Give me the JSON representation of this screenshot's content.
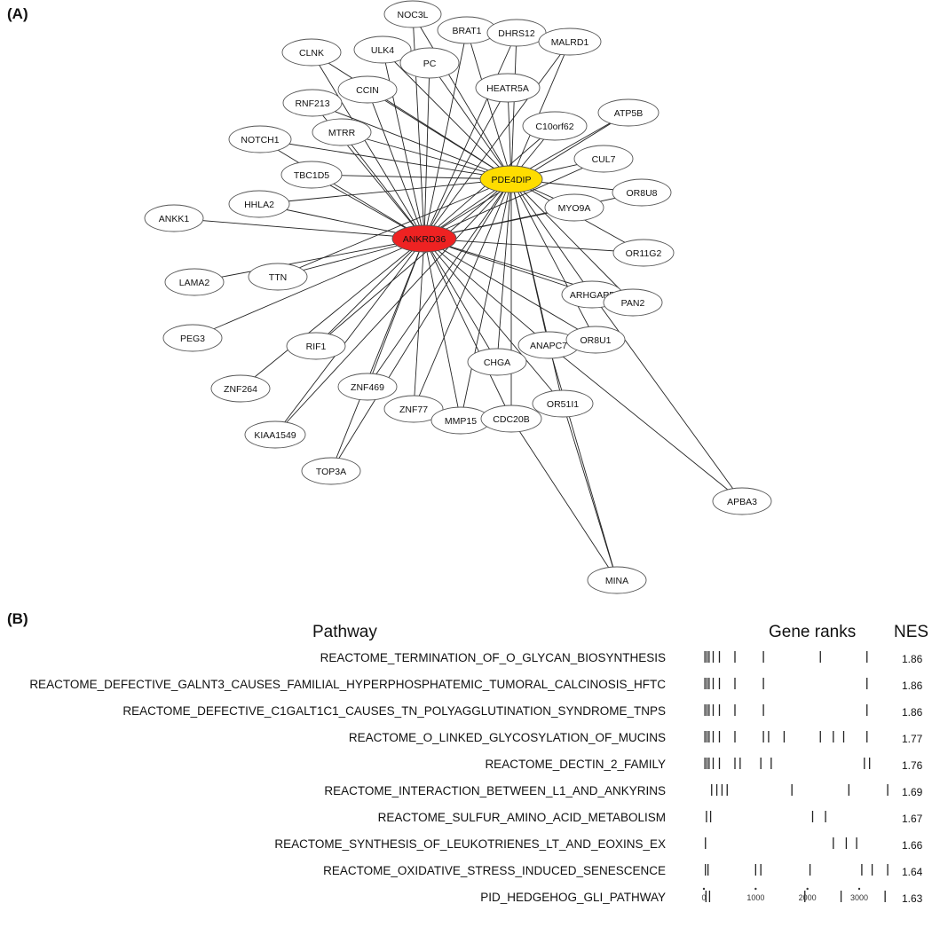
{
  "panel_a_label": "(A)",
  "panel_b_label": "(B)",
  "network": {
    "nodes": [
      {
        "id": "NOC3L",
        "fill": "#ffffff"
      },
      {
        "id": "BRAT1",
        "fill": "#ffffff"
      },
      {
        "id": "DHRS12",
        "fill": "#ffffff"
      },
      {
        "id": "MALRD1",
        "fill": "#ffffff"
      },
      {
        "id": "CLNK",
        "fill": "#ffffff"
      },
      {
        "id": "ULK4",
        "fill": "#ffffff"
      },
      {
        "id": "PC",
        "fill": "#ffffff"
      },
      {
        "id": "HEATR5A",
        "fill": "#ffffff"
      },
      {
        "id": "CCIN",
        "fill": "#ffffff"
      },
      {
        "id": "RNF213",
        "fill": "#ffffff"
      },
      {
        "id": "ATP5B",
        "fill": "#ffffff"
      },
      {
        "id": "C10orf62",
        "fill": "#ffffff"
      },
      {
        "id": "MTRR",
        "fill": "#ffffff"
      },
      {
        "id": "NOTCH1",
        "fill": "#ffffff"
      },
      {
        "id": "CUL7",
        "fill": "#ffffff"
      },
      {
        "id": "TBC1D5",
        "fill": "#ffffff"
      },
      {
        "id": "PDE4DIP",
        "fill": "#ffdd00"
      },
      {
        "id": "OR8U8",
        "fill": "#ffffff"
      },
      {
        "id": "MYO9A",
        "fill": "#ffffff"
      },
      {
        "id": "HHLA2",
        "fill": "#ffffff"
      },
      {
        "id": "ANKK1",
        "fill": "#ffffff"
      },
      {
        "id": "ANKRD36",
        "fill": "#ee2222"
      },
      {
        "id": "OR11G2",
        "fill": "#ffffff"
      },
      {
        "id": "LAMA2",
        "fill": "#ffffff"
      },
      {
        "id": "TTN",
        "fill": "#ffffff"
      },
      {
        "id": "ARHGAP5",
        "fill": "#ffffff"
      },
      {
        "id": "PAN2",
        "fill": "#ffffff"
      },
      {
        "id": "PEG3",
        "fill": "#ffffff"
      },
      {
        "id": "RIF1",
        "fill": "#ffffff"
      },
      {
        "id": "ANAPC7",
        "fill": "#ffffff"
      },
      {
        "id": "OR8U1",
        "fill": "#ffffff"
      },
      {
        "id": "CHGA",
        "fill": "#ffffff"
      },
      {
        "id": "ZNF264",
        "fill": "#ffffff"
      },
      {
        "id": "ZNF469",
        "fill": "#ffffff"
      },
      {
        "id": "OR51I1",
        "fill": "#ffffff"
      },
      {
        "id": "ZNF77",
        "fill": "#ffffff"
      },
      {
        "id": "MMP15",
        "fill": "#ffffff"
      },
      {
        "id": "CDC20B",
        "fill": "#ffffff"
      },
      {
        "id": "KIAA1549",
        "fill": "#ffffff"
      },
      {
        "id": "TOP3A",
        "fill": "#ffffff"
      },
      {
        "id": "APBA3",
        "fill": "#ffffff"
      },
      {
        "id": "MINA",
        "fill": "#ffffff"
      }
    ],
    "edges": [
      [
        "ANKRD36",
        "NOC3L"
      ],
      [
        "ANKRD36",
        "BRAT1"
      ],
      [
        "ANKRD36",
        "DHRS12"
      ],
      [
        "ANKRD36",
        "MALRD1"
      ],
      [
        "ANKRD36",
        "CLNK"
      ],
      [
        "ANKRD36",
        "ULK4"
      ],
      [
        "ANKRD36",
        "PC"
      ],
      [
        "ANKRD36",
        "HEATR5A"
      ],
      [
        "ANKRD36",
        "CCIN"
      ],
      [
        "ANKRD36",
        "RNF213"
      ],
      [
        "ANKRD36",
        "ATP5B"
      ],
      [
        "ANKRD36",
        "C10orf62"
      ],
      [
        "ANKRD36",
        "MTRR"
      ],
      [
        "ANKRD36",
        "NOTCH1"
      ],
      [
        "ANKRD36",
        "CUL7"
      ],
      [
        "ANKRD36",
        "TBC1D5"
      ],
      [
        "ANKRD36",
        "PDE4DIP"
      ],
      [
        "ANKRD36",
        "OR8U8"
      ],
      [
        "ANKRD36",
        "MYO9A"
      ],
      [
        "ANKRD36",
        "HHLA2"
      ],
      [
        "ANKRD36",
        "ANKK1"
      ],
      [
        "ANKRD36",
        "OR11G2"
      ],
      [
        "ANKRD36",
        "LAMA2"
      ],
      [
        "ANKRD36",
        "TTN"
      ],
      [
        "ANKRD36",
        "ARHGAP5"
      ],
      [
        "ANKRD36",
        "PAN2"
      ],
      [
        "ANKRD36",
        "PEG3"
      ],
      [
        "ANKRD36",
        "RIF1"
      ],
      [
        "ANKRD36",
        "ANAPC7"
      ],
      [
        "ANKRD36",
        "OR8U1"
      ],
      [
        "ANKRD36",
        "CHGA"
      ],
      [
        "ANKRD36",
        "ZNF264"
      ],
      [
        "ANKRD36",
        "ZNF469"
      ],
      [
        "ANKRD36",
        "OR51I1"
      ],
      [
        "ANKRD36",
        "ZNF77"
      ],
      [
        "ANKRD36",
        "MMP15"
      ],
      [
        "ANKRD36",
        "CDC20B"
      ],
      [
        "ANKRD36",
        "KIAA1549"
      ],
      [
        "ANKRD36",
        "TOP3A"
      ],
      [
        "PDE4DIP",
        "NOC3L"
      ],
      [
        "PDE4DIP",
        "BRAT1"
      ],
      [
        "PDE4DIP",
        "DHRS12"
      ],
      [
        "PDE4DIP",
        "MALRD1"
      ],
      [
        "PDE4DIP",
        "CLNK"
      ],
      [
        "PDE4DIP",
        "ULK4"
      ],
      [
        "PDE4DIP",
        "PC"
      ],
      [
        "PDE4DIP",
        "HEATR5A"
      ],
      [
        "PDE4DIP",
        "CCIN"
      ],
      [
        "PDE4DIP",
        "RNF213"
      ],
      [
        "PDE4DIP",
        "ATP5B"
      ],
      [
        "PDE4DIP",
        "C10orf62"
      ],
      [
        "PDE4DIP",
        "MTRR"
      ],
      [
        "PDE4DIP",
        "NOTCH1"
      ],
      [
        "PDE4DIP",
        "CUL7"
      ],
      [
        "PDE4DIP",
        "TBC1D5"
      ],
      [
        "PDE4DIP",
        "OR8U8"
      ],
      [
        "PDE4DIP",
        "MYO9A"
      ],
      [
        "PDE4DIP",
        "HHLA2"
      ],
      [
        "PDE4DIP",
        "OR11G2"
      ],
      [
        "PDE4DIP",
        "ARHGAP5"
      ],
      [
        "PDE4DIP",
        "PAN2"
      ],
      [
        "PDE4DIP",
        "RIF1"
      ],
      [
        "PDE4DIP",
        "ANAPC7"
      ],
      [
        "PDE4DIP",
        "OR8U1"
      ],
      [
        "PDE4DIP",
        "CHGA"
      ],
      [
        "PDE4DIP",
        "ZNF469"
      ],
      [
        "PDE4DIP",
        "OR51I1"
      ],
      [
        "PDE4DIP",
        "ZNF77"
      ],
      [
        "PDE4DIP",
        "MMP15"
      ],
      [
        "PDE4DIP",
        "CDC20B"
      ],
      [
        "PDE4DIP",
        "TTN"
      ],
      [
        "PDE4DIP",
        "KIAA1549"
      ],
      [
        "PDE4DIP",
        "TOP3A"
      ],
      [
        "ANAPC7",
        "APBA3"
      ],
      [
        "ARHGAP5",
        "APBA3"
      ],
      [
        "OR51I1",
        "MINA"
      ],
      [
        "ANAPC7",
        "MINA"
      ],
      [
        "CDC20B",
        "MINA"
      ]
    ]
  },
  "table": {
    "header_pathway": "Pathway",
    "header_ranks": "Gene ranks",
    "header_nes": "NES",
    "axis_ticks": [
      "0",
      "1000",
      "2000",
      "3000"
    ],
    "axis_max": 3600,
    "rows": [
      {
        "pathway": "REACTOME_TERMINATION_OF_O_GLYCAN_BIOSYNTHESIS",
        "nes": "1.86",
        "ranks": [
          20,
          60,
          100,
          180,
          300,
          600,
          1150,
          2250,
          3150
        ]
      },
      {
        "pathway": "REACTOME_DEFECTIVE_GALNT3_CAUSES_FAMILIAL_HYPERPHOSPHATEMIC_TUMORAL_CALCINOSIS_HFTC",
        "nes": "1.86",
        "ranks": [
          20,
          60,
          100,
          180,
          300,
          600,
          1150,
          3150
        ]
      },
      {
        "pathway": "REACTOME_DEFECTIVE_C1GALT1C1_CAUSES_TN_POLYAGGLUTINATION_SYNDROME_TNPS",
        "nes": "1.86",
        "ranks": [
          20,
          60,
          100,
          180,
          300,
          600,
          1150,
          3150
        ]
      },
      {
        "pathway": "REACTOME_O_LINKED_GLYCOSYLATION_OF_MUCINS",
        "nes": "1.77",
        "ranks": [
          20,
          60,
          100,
          180,
          300,
          600,
          1150,
          1250,
          1550,
          2250,
          2500,
          2700,
          3150
        ]
      },
      {
        "pathway": "REACTOME_DECTIN_2_FAMILY",
        "nes": "1.76",
        "ranks": [
          20,
          60,
          100,
          180,
          300,
          600,
          700,
          1100,
          1300,
          3100,
          3200
        ]
      },
      {
        "pathway": "REACTOME_INTERACTION_BETWEEN_L1_AND_ANKYRINS",
        "nes": "1.69",
        "ranks": [
          150,
          250,
          350,
          450,
          1700,
          2800,
          3550
        ]
      },
      {
        "pathway": "REACTOME_SULFUR_AMINO_ACID_METABOLISM",
        "nes": "1.67",
        "ranks": [
          50,
          130,
          2100,
          2350
        ]
      },
      {
        "pathway": "REACTOME_SYNTHESIS_OF_LEUKOTRIENES_LT_AND_EOXINS_EX",
        "nes": "1.66",
        "ranks": [
          30,
          2500,
          2750,
          2950
        ]
      },
      {
        "pathway": "REACTOME_OXIDATIVE_STRESS_INDUCED_SENESCENCE",
        "nes": "1.64",
        "ranks": [
          30,
          80,
          1000,
          1100,
          2050,
          3050,
          3250,
          3550
        ]
      },
      {
        "pathway": "PID_HEDGEHOG_GLI_PATHWAY",
        "nes": "1.63",
        "ranks": [
          40,
          110,
          1950,
          2650,
          3500
        ]
      }
    ]
  },
  "colors": {
    "hub_primary": "#ee2222",
    "hub_secondary": "#ffdd00",
    "node_border": "#555555",
    "edge": "#222222"
  }
}
